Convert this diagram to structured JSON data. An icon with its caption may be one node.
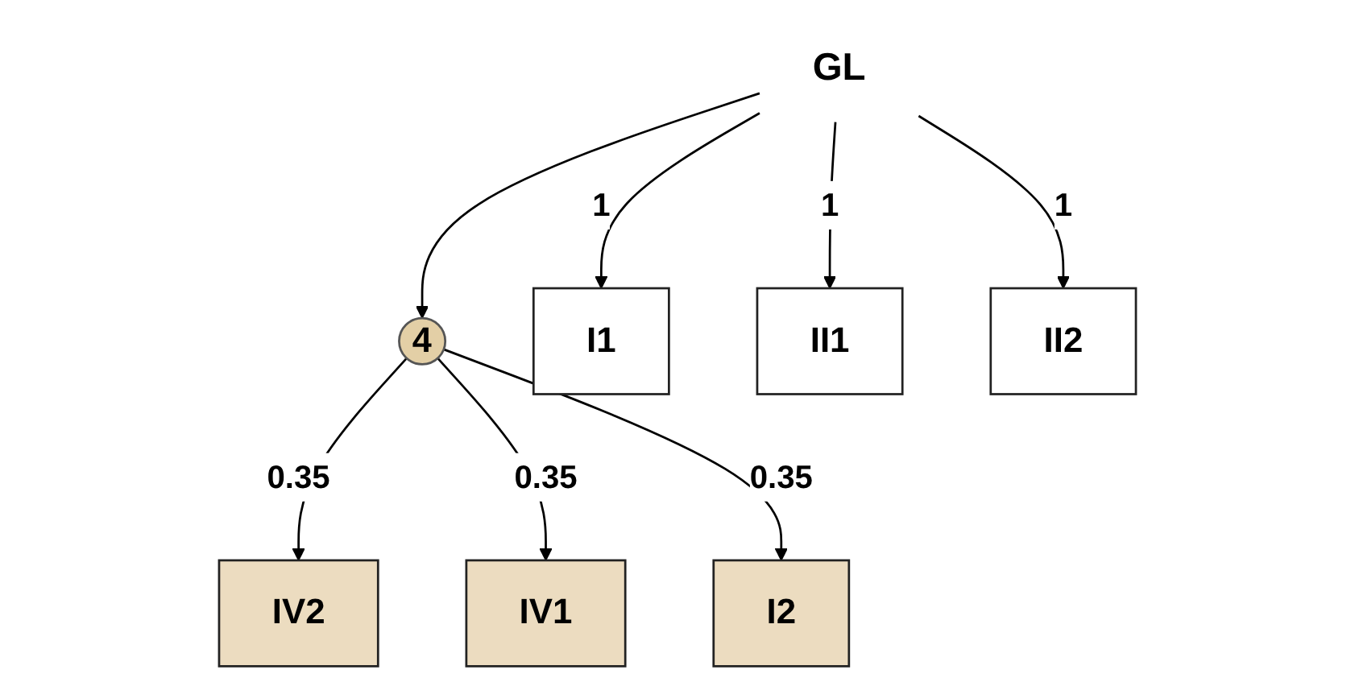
{
  "diagram": {
    "nodes": [
      {
        "text": [
          "GL"
        ]
      },
      {
        "text": [
          "4"
        ]
      },
      {
        "text": [
          "IV2"
        ]
      },
      {
        "text": [
          "IV1"
        ]
      },
      {
        "text": [
          "I2"
        ]
      },
      {
        "text": [
          "I1"
        ]
      },
      {
        "text": [
          "II1"
        ]
      },
      {
        "text": [
          "II2"
        ]
      }
    ],
    "edges": [
      {
        "from": 0,
        "to": 1,
        "arrow": "to"
      },
      {
        "from": 0,
        "to": 5,
        "arrow": "to",
        "label": "1"
      },
      {
        "from": 0,
        "to": 6,
        "arrow": "to",
        "label": "1"
      },
      {
        "from": 0,
        "to": 7,
        "arrow": "to",
        "label": "1"
      },
      {
        "from": 1,
        "to": 2,
        "arrow": "to",
        "label": "0.35"
      },
      {
        "from": 1,
        "to": 3,
        "arrow": "to",
        "label": "0.35"
      },
      {
        "from": 1,
        "to": 4,
        "arrow": "to",
        "label": "0.35"
      }
    ]
  }
}
